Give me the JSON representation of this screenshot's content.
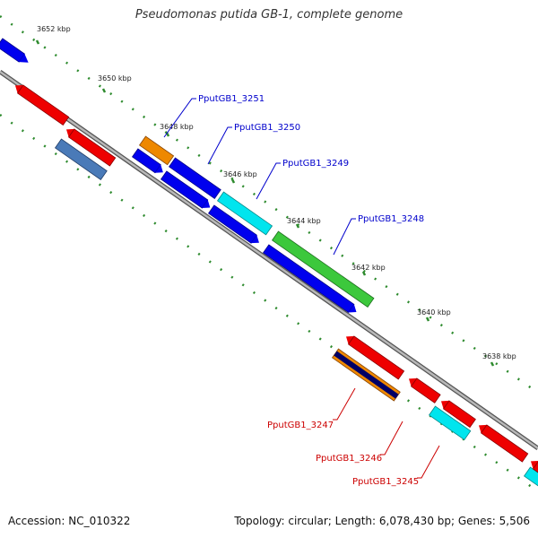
{
  "title": "Pseudomonas putida GB-1, complete genome",
  "footer": {
    "accession": "Accession: NC_010322",
    "summary": "Topology: circular; Length: 6,078,430 bp; Genes: 5,506"
  },
  "colors": {
    "backbone": "#8c8c8c",
    "ruler_dots": "#2e8b2e",
    "forward_label": "#0000cc",
    "reverse_label": "#cc0000",
    "red": "#ee0000",
    "blue": "#0000ee",
    "cyan": "#00e5ee",
    "green": "#3cc83c",
    "orange": "#ee8800",
    "steelblue": "#4a7ab8",
    "navy": "#000066"
  },
  "ruler": {
    "ticks": [
      {
        "label": "3652 kbp"
      },
      {
        "label": "3650 kbp"
      },
      {
        "label": "3648 kbp"
      },
      {
        "label": "3646 kbp"
      },
      {
        "label": "3644 kbp"
      },
      {
        "label": "3642 kbp"
      },
      {
        "label": "3640 kbp"
      },
      {
        "label": "3638 kbp"
      }
    ]
  },
  "labels": {
    "g3251": "PputGB1_3251",
    "g3250": "PputGB1_3250",
    "g3249": "PputGB1_3249",
    "g3248": "PputGB1_3248",
    "g3247": "PputGB1_3247",
    "g3246": "PputGB1_3246",
    "g3245": "PputGB1_3245"
  }
}
